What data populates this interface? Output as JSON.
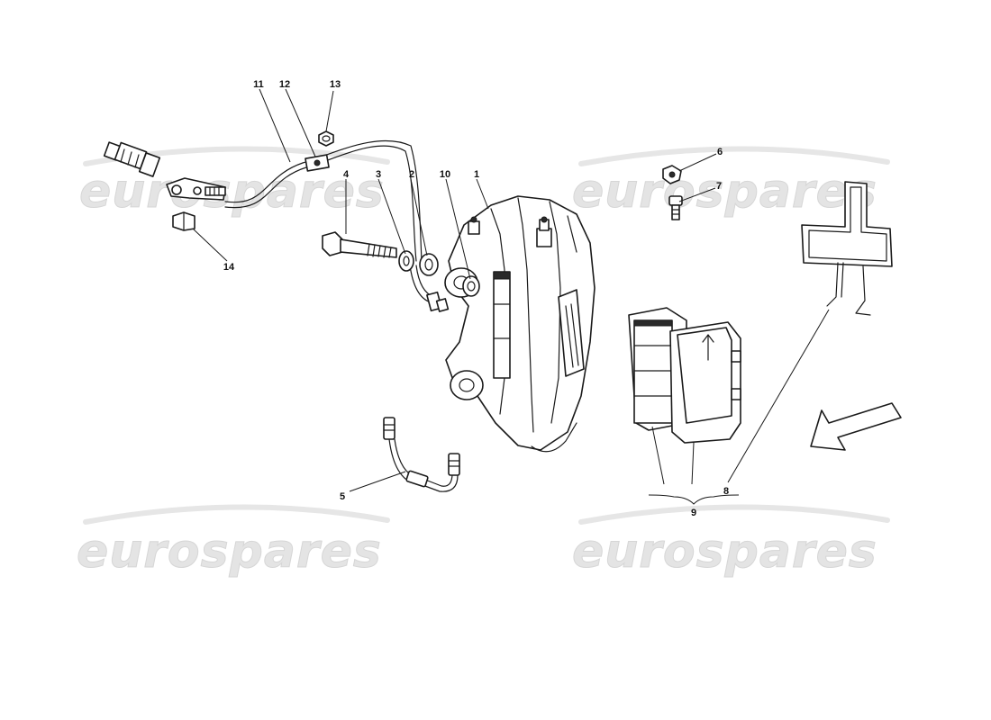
{
  "watermark": {
    "text": "eurospares"
  },
  "callouts": {
    "c1": "1",
    "c2": "2",
    "c3": "3",
    "c4": "4",
    "c5": "5",
    "c6": "6",
    "c7": "7",
    "c8": "8",
    "c9": "9",
    "c10": "10",
    "c11": "11",
    "c12": "12",
    "c13": "13",
    "c14": "14"
  }
}
